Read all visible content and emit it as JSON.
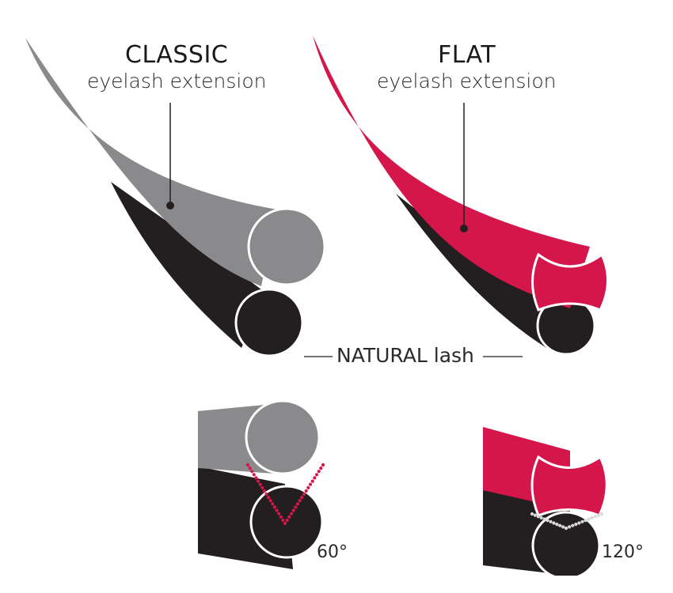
{
  "classic": {
    "title": "CLASSIC",
    "subtitle": "eyelash extension"
  },
  "flat": {
    "title": "FLAT",
    "subtitle": "eyelash extension"
  },
  "natural": {
    "label": "NATURAL lash"
  },
  "angles": {
    "classic": "60°",
    "flat": "120°"
  },
  "colors": {
    "classic": "#8a8a8c",
    "flat": "#d4164a",
    "natural": "#231f20",
    "outline": "#ffffff"
  }
}
